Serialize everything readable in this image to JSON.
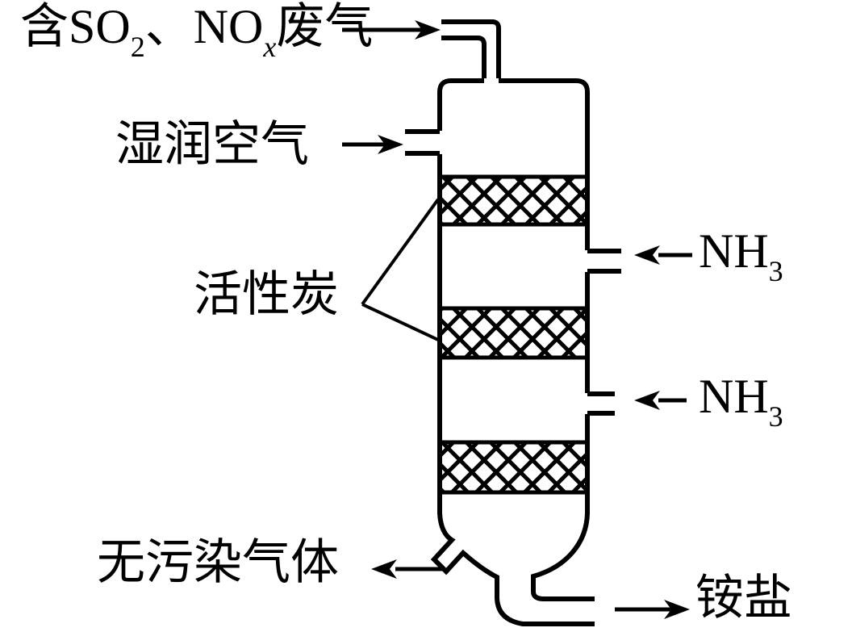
{
  "figure": {
    "kind": "chemistry-gas-scrubbing-column-diagram",
    "background_color": "#ffffff",
    "ink_color": "#000000"
  },
  "labels": {
    "waste_gas": {
      "prefix": "含SO",
      "sub1": "2",
      "mid": "、NO",
      "sub2": "x",
      "suffix": "废气"
    },
    "humid_air": "湿润空气",
    "activated_carbon": "活性炭",
    "nh3_top": {
      "main": "NH",
      "sub": "3"
    },
    "nh3_bottom": {
      "main": "NH",
      "sub": "3"
    },
    "clean_gas": "无污染气体",
    "ammonium_salt": "铵盐"
  }
}
